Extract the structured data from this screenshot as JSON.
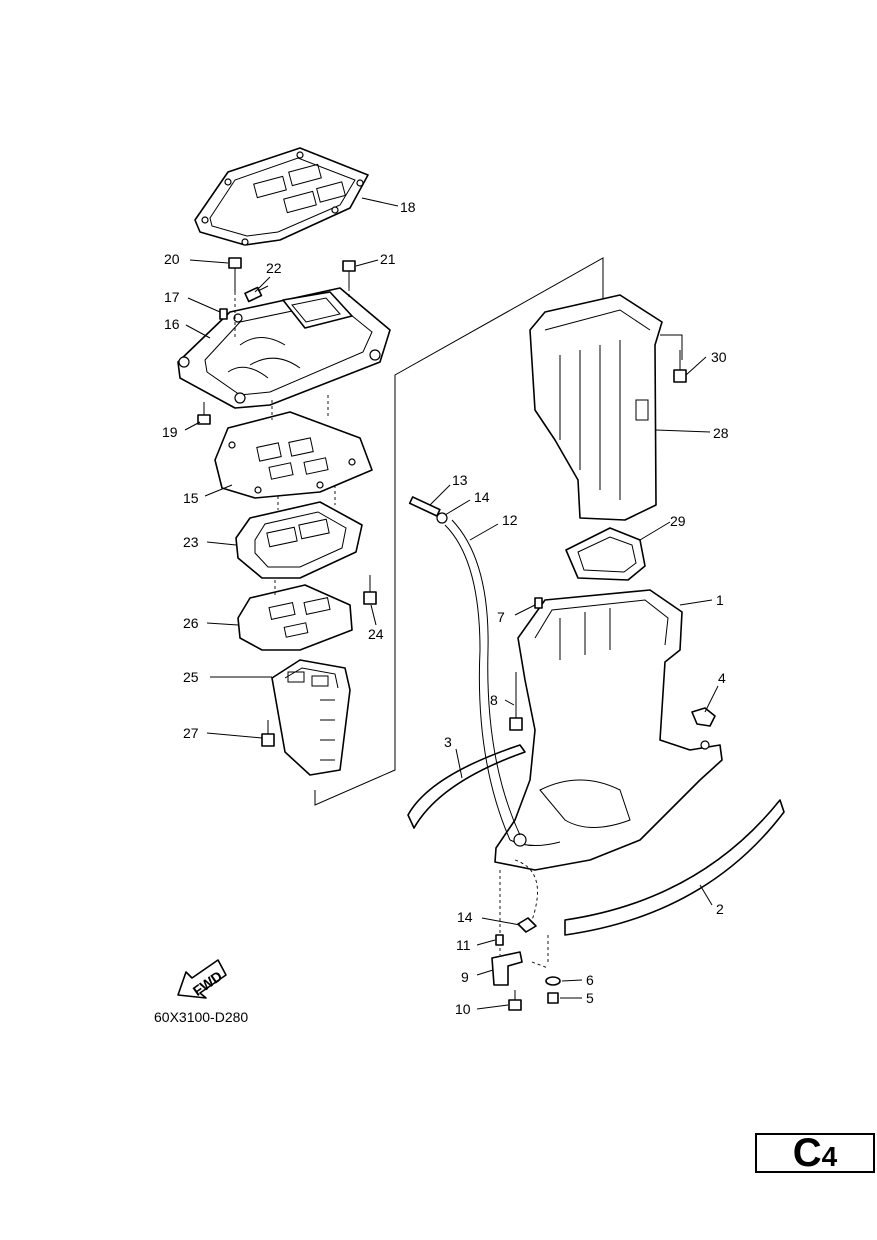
{
  "diagram": {
    "drawing_code": "60X3100-D280",
    "fwd_label": "FWD",
    "page_code": {
      "letter": "C",
      "number": "4"
    },
    "callouts": [
      {
        "id": "c1",
        "text": "1"
      },
      {
        "id": "c2",
        "text": "2"
      },
      {
        "id": "c3",
        "text": "3"
      },
      {
        "id": "c4",
        "text": "4"
      },
      {
        "id": "c5",
        "text": "5"
      },
      {
        "id": "c6",
        "text": "6"
      },
      {
        "id": "c7",
        "text": "7"
      },
      {
        "id": "c8",
        "text": "8"
      },
      {
        "id": "c9",
        "text": "9"
      },
      {
        "id": "c10",
        "text": "10"
      },
      {
        "id": "c11",
        "text": "11"
      },
      {
        "id": "c12",
        "text": "12"
      },
      {
        "id": "c13",
        "text": "13"
      },
      {
        "id": "c14a",
        "text": "14"
      },
      {
        "id": "c14b",
        "text": "14"
      },
      {
        "id": "c15",
        "text": "15"
      },
      {
        "id": "c16",
        "text": "16"
      },
      {
        "id": "c17",
        "text": "17"
      },
      {
        "id": "c18",
        "text": "18"
      },
      {
        "id": "c19",
        "text": "19"
      },
      {
        "id": "c20",
        "text": "20"
      },
      {
        "id": "c21",
        "text": "21"
      },
      {
        "id": "c22",
        "text": "22"
      },
      {
        "id": "c23",
        "text": "23"
      },
      {
        "id": "c24",
        "text": "24"
      },
      {
        "id": "c25",
        "text": "25"
      },
      {
        "id": "c26",
        "text": "26"
      },
      {
        "id": "c27",
        "text": "27"
      },
      {
        "id": "c28",
        "text": "28"
      },
      {
        "id": "c29",
        "text": "29"
      },
      {
        "id": "c30",
        "text": "30"
      }
    ]
  }
}
